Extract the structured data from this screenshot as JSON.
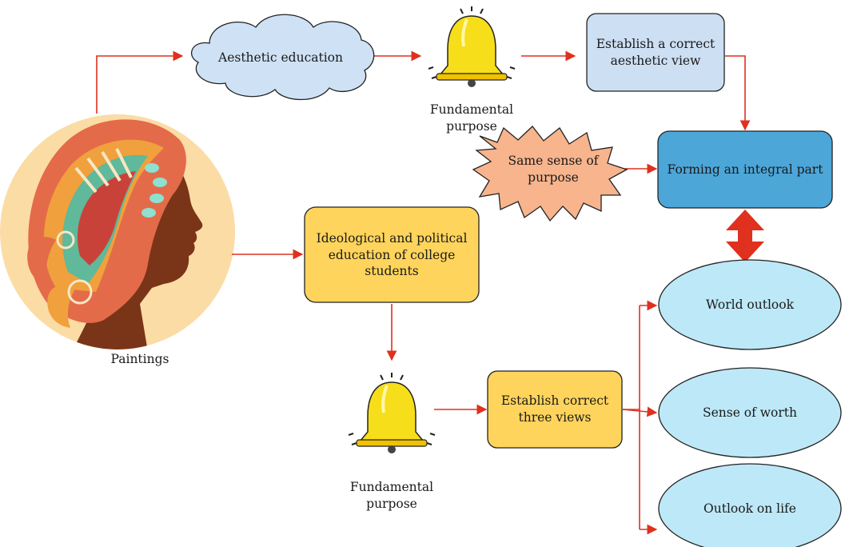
{
  "nodes": {
    "paintings": "Paintings",
    "aesthetic_education": "Aesthetic education",
    "fundamental_purpose_top": "Fundamental purpose",
    "aesthetic_view": "Establish a correct aesthetic view",
    "same_sense": "Same sense of purpose",
    "integral_part": "Forming an integral part",
    "ideological": "Ideological and political education of college students",
    "fundamental_purpose_bottom": "Fundamental purpose",
    "three_views": "Establish correct three views",
    "world_outlook": "World outlook",
    "sense_of_worth": "Sense of worth",
    "outlook_on_life": "Outlook on life"
  },
  "colors": {
    "arrow": "#e0301e",
    "cloud": "#cfe2f5",
    "blue_box": "#cddff3",
    "dark_blue_box": "#4da6d8",
    "yellow_box": "#ffd45c",
    "star": "#f7b48d",
    "ellipse": "#bde8f7",
    "bell": "#f7de1a",
    "portrait_bg": "#fbdca5",
    "silhouette": "#7a3518"
  },
  "icons": [
    "portrait-illustration",
    "bell-icon",
    "cloud-shape",
    "starburst-shape",
    "double-arrow-icon"
  ]
}
